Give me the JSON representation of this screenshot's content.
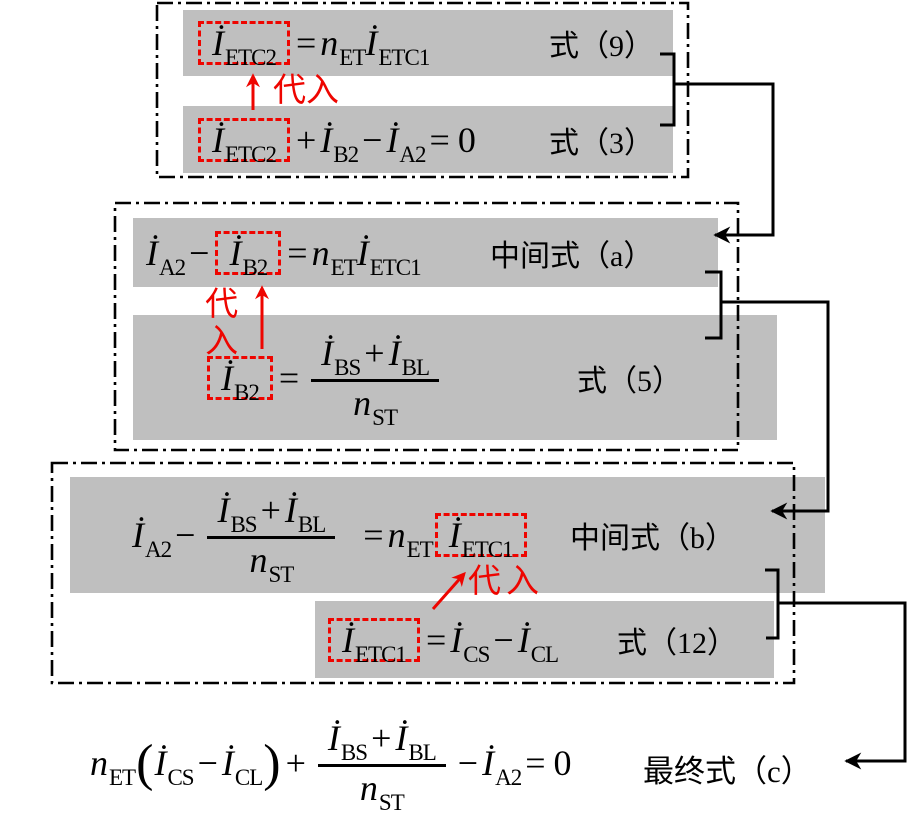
{
  "colors": {
    "bar_fill": "#bfbfbf",
    "highlight_red": "#ee0500",
    "line_black": "#000000",
    "background": "#ffffff"
  },
  "substitute_label": "代入",
  "equations": {
    "eq9": {
      "label": "式（9）",
      "tokens": [
        {
          "box": [
            {
              "var": "İ",
              "sub": "ETC2"
            }
          ]
        },
        {
          "op": "="
        },
        {
          "var": "n",
          "sub": "ET"
        },
        {
          "var": "İ",
          "sub": "ETC1"
        }
      ]
    },
    "eq3": {
      "label": "式（3）",
      "tokens": [
        {
          "box": [
            {
              "var": "İ",
              "sub": "ETC2"
            }
          ]
        },
        {
          "op": "+"
        },
        {
          "var": "İ",
          "sub": "B2"
        },
        {
          "op": "−"
        },
        {
          "var": "İ",
          "sub": "A2"
        },
        {
          "op": "="
        },
        {
          "op": "0"
        }
      ]
    },
    "eqa": {
      "label": "中间式（a）",
      "tokens": [
        {
          "var": "İ",
          "sub": "A2"
        },
        {
          "op": "−"
        },
        {
          "box": [
            {
              "var": "İ",
              "sub": "B2"
            }
          ]
        },
        {
          "op": "="
        },
        {
          "var": "n",
          "sub": "ET"
        },
        {
          "var": "İ",
          "sub": "ETC1"
        }
      ]
    },
    "eq5": {
      "label": "式（5）",
      "tokens": [
        {
          "box": [
            {
              "var": "İ",
              "sub": "B2"
            }
          ]
        },
        {
          "op": "="
        },
        {
          "frac": {
            "num": [
              {
                "var": "İ",
                "sub": "BS"
              },
              {
                "op": "+"
              },
              {
                "var": "İ",
                "sub": "BL"
              }
            ],
            "den": [
              {
                "var": "n",
                "sub": "ST"
              }
            ]
          }
        }
      ]
    },
    "eqb": {
      "label": "中间式（b）",
      "tokens": [
        {
          "var": "İ",
          "sub": "A2"
        },
        {
          "op": "−"
        },
        {
          "frac": {
            "num": [
              {
                "var": "İ",
                "sub": "BS"
              },
              {
                "op": "+"
              },
              {
                "var": "İ",
                "sub": "BL"
              }
            ],
            "den": [
              {
                "var": "n",
                "sub": "ST"
              }
            ]
          }
        },
        {
          "gap": 16
        },
        {
          "op": "="
        },
        {
          "var": "n",
          "sub": "ET"
        },
        {
          "box": [
            {
              "var": "İ",
              "sub": "ETC1"
            }
          ]
        }
      ]
    },
    "eq12": {
      "label": "式（12）",
      "tokens": [
        {
          "box": [
            {
              "var": "İ",
              "sub": "ETC1"
            }
          ]
        },
        {
          "op": "="
        },
        {
          "var": "İ",
          "sub": "CS"
        },
        {
          "op": "−"
        },
        {
          "var": "İ",
          "sub": "CL"
        }
      ]
    },
    "eqc": {
      "label": "最终式（c）",
      "tokens": [
        {
          "var": "n",
          "sub": "ET"
        },
        {
          "paren": "("
        },
        {
          "var": "İ",
          "sub": "CS"
        },
        {
          "op": "−"
        },
        {
          "var": "İ",
          "sub": "CL"
        },
        {
          "paren": ")"
        },
        {
          "op": "+"
        },
        {
          "frac": {
            "num": [
              {
                "var": "İ",
                "sub": "BS"
              },
              {
                "op": "+"
              },
              {
                "var": "İ",
                "sub": "BL"
              }
            ],
            "den": [
              {
                "var": "n",
                "sub": "ST"
              }
            ]
          }
        },
        {
          "op": "−"
        },
        {
          "var": "İ",
          "sub": "A2"
        },
        {
          "op": "="
        },
        {
          "op": "0"
        }
      ]
    }
  }
}
